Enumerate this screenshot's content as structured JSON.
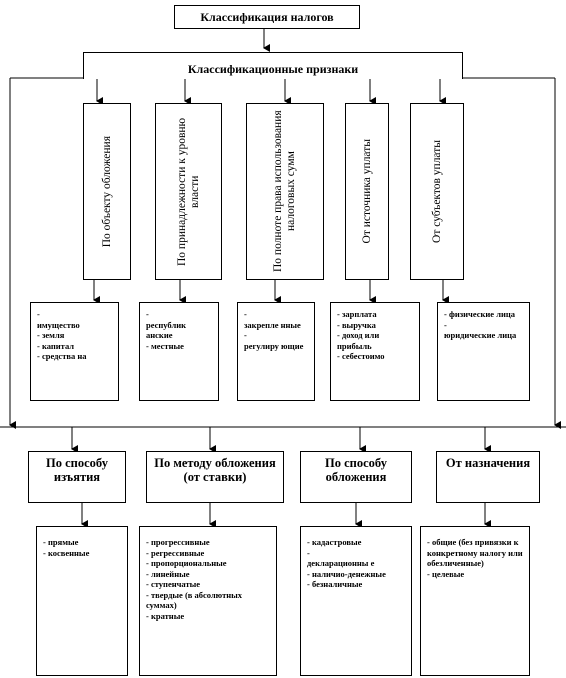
{
  "title": "Классификация налогов",
  "subtitle": "Классификационные признаки",
  "top_categories": [
    {
      "label": "По объекту обложения",
      "items": [
        "имущество",
        "земля",
        "капитал",
        "средства на"
      ]
    },
    {
      "label": "По принадлежности к уровню власти",
      "items": [
        "республик анские",
        "местные"
      ]
    },
    {
      "label": "По полноте права использования налоговых сумм",
      "items": [
        "закрепле нные",
        "регулиру ющие"
      ]
    },
    {
      "label": "От источника уплаты",
      "items": [
        "зарплата",
        "выручка",
        "доход или прибыль",
        "себестоимо"
      ]
    },
    {
      "label": "От субъектов уплаты",
      "items": [
        "физические лица",
        "юридические лица"
      ]
    }
  ],
  "bottom_categories": [
    {
      "label": "По способу изъятия",
      "items": [
        "прямые",
        "косвенные"
      ]
    },
    {
      "label": "По методу обложения (от ставки)",
      "items": [
        "прогрессивные",
        "регрессивные",
        "пропорциональные",
        "линейные",
        "ступенчатые",
        "твердые (в абсолютных суммах)",
        "кратные"
      ]
    },
    {
      "label": "По способу обложения",
      "items": [
        "кадастровые",
        "декларационны е",
        "наличио-денежные",
        "безналичные"
      ]
    },
    {
      "label": "От назначения",
      "items": [
        "общие (без привязки к конкретному налогу или обезличенные)",
        "целевые"
      ]
    }
  ]
}
